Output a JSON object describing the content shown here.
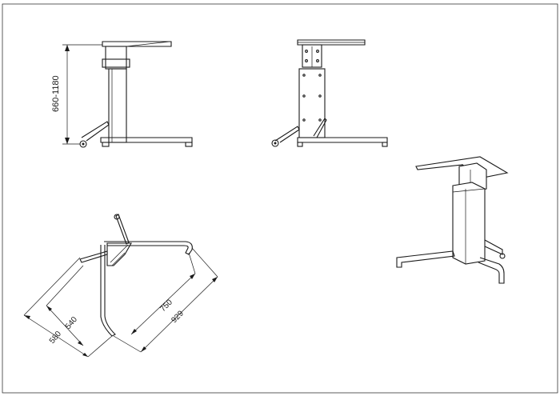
{
  "drawing": {
    "dimensions": {
      "height_range": "660-1180",
      "inner_a": "540",
      "outer_a": "580",
      "inner_b": "750",
      "outer_b": "929"
    }
  },
  "colors": {
    "line": "#1a1a1a",
    "paper": "#ffffff"
  }
}
